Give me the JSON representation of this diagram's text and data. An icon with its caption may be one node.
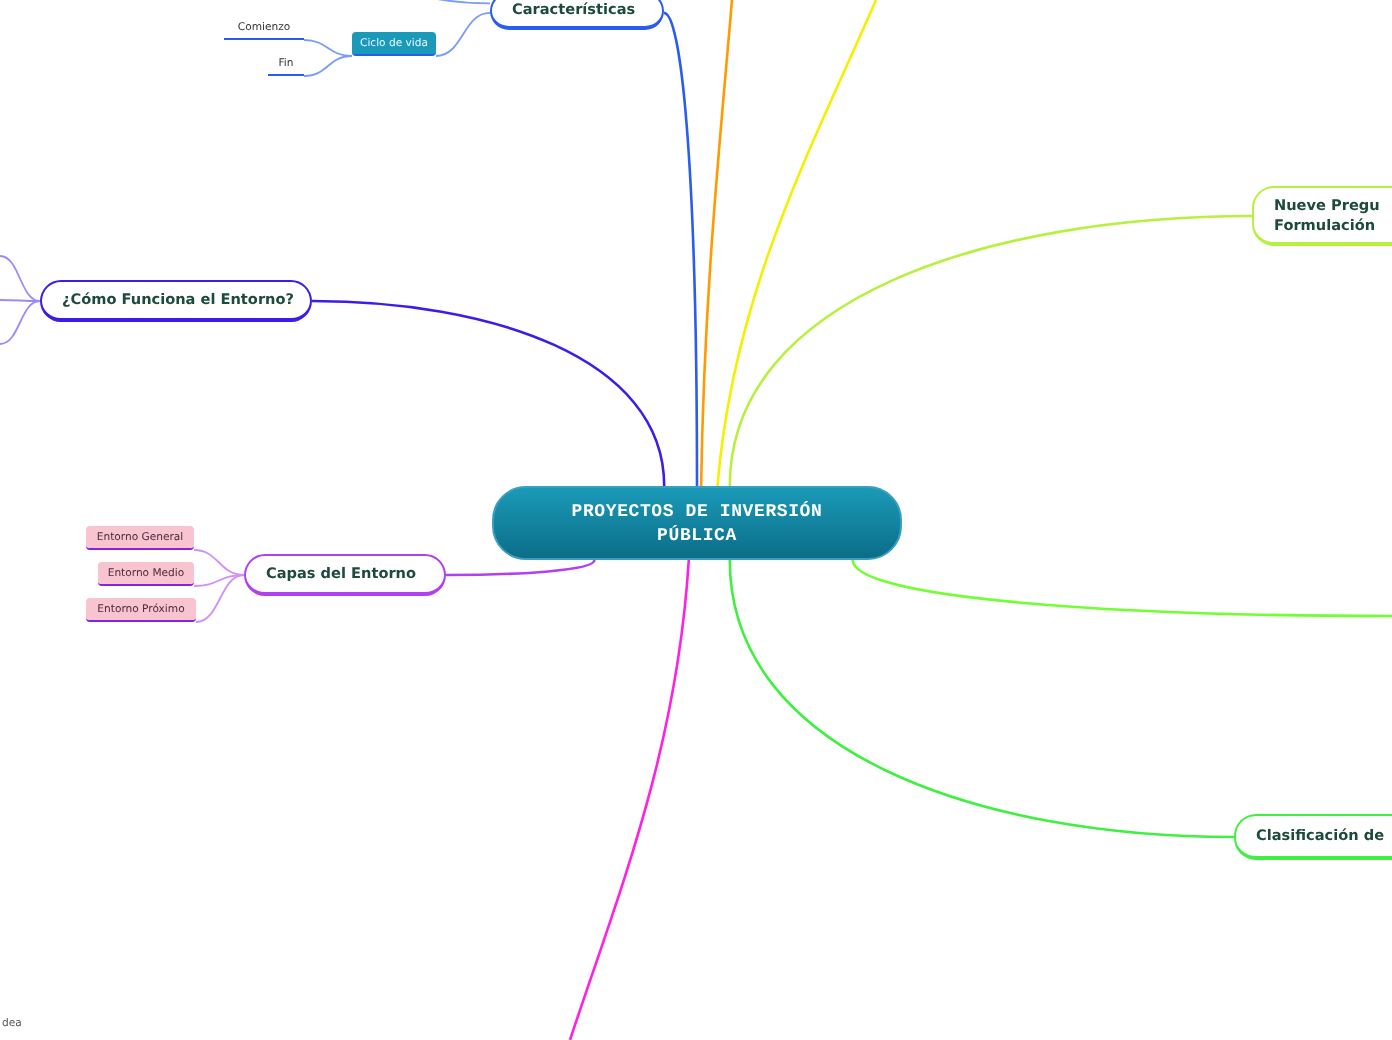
{
  "diagram": {
    "nodes": [
      {
        "text": [
          "PROYECTOS DE INVERSIÓN PÚBLICA"
        ]
      },
      {
        "text": [
          "Características"
        ]
      },
      {
        "text": [
          "Ciclo de vida"
        ]
      },
      {
        "text": [
          "Comienzo"
        ]
      },
      {
        "text": [
          "Fin"
        ]
      },
      {
        "text": [
          "¿Cómo Funciona el Entorno?"
        ]
      },
      {
        "text": [
          "Capas del Entorno"
        ]
      },
      {
        "text": [
          "Entorno General"
        ]
      },
      {
        "text": [
          "Entorno Medio"
        ]
      },
      {
        "text": [
          "Entorno Próximo"
        ]
      },
      {
        "text": [
          "Nueve Pregu Formulación"
        ]
      },
      {
        "text": [
          "Clasificación de"
        ]
      }
    ],
    "edges": [
      {
        "from": 0,
        "to": 1,
        "arrow": "none",
        "color": "#2a5cf0"
      },
      {
        "from": 1,
        "to": 2,
        "arrow": "none",
        "color": "#7a9cf8"
      },
      {
        "from": 2,
        "to": 3,
        "arrow": "none",
        "color": "#7a9cf8"
      },
      {
        "from": 2,
        "to": 4,
        "arrow": "none",
        "color": "#7a9cf8"
      },
      {
        "from": 1,
        "to": null,
        "arrow": "none",
        "color": "#7a9cf8"
      },
      {
        "from": 0,
        "to": 5,
        "arrow": "none",
        "color": "#3a1ee8"
      },
      {
        "from": 5,
        "to": null,
        "arrow": "none",
        "color": "#9a8cf4"
      },
      {
        "from": 5,
        "to": null,
        "arrow": "none",
        "color": "#9a8cf4"
      },
      {
        "from": 5,
        "to": null,
        "arrow": "none",
        "color": "#9a8cf4"
      },
      {
        "from": 0,
        "to": 6,
        "arrow": "none",
        "color": "#b040f0"
      },
      {
        "from": 6,
        "to": 7,
        "arrow": "none",
        "color": "#d090f8"
      },
      {
        "from": 6,
        "to": 8,
        "arrow": "none",
        "color": "#d090f8"
      },
      {
        "from": 6,
        "to": 9,
        "arrow": "none",
        "color": "#d090f8"
      },
      {
        "from": 0,
        "to": null,
        "arrow": "none",
        "color": "#ff9a00"
      },
      {
        "from": 0,
        "to": null,
        "arrow": "none",
        "color": "#f5f000"
      },
      {
        "from": 0,
        "to": 10,
        "arrow": "none",
        "color": "#b8f040"
      },
      {
        "from": 0,
        "to": null,
        "arrow": "none",
        "color": "#70ff30"
      },
      {
        "from": 0,
        "to": 11,
        "arrow": "none",
        "color": "#40f040"
      },
      {
        "from": 0,
        "to": null,
        "arrow": "none",
        "color": "#ff20e0"
      }
    ],
    "labels": [
      "dea"
    ]
  }
}
